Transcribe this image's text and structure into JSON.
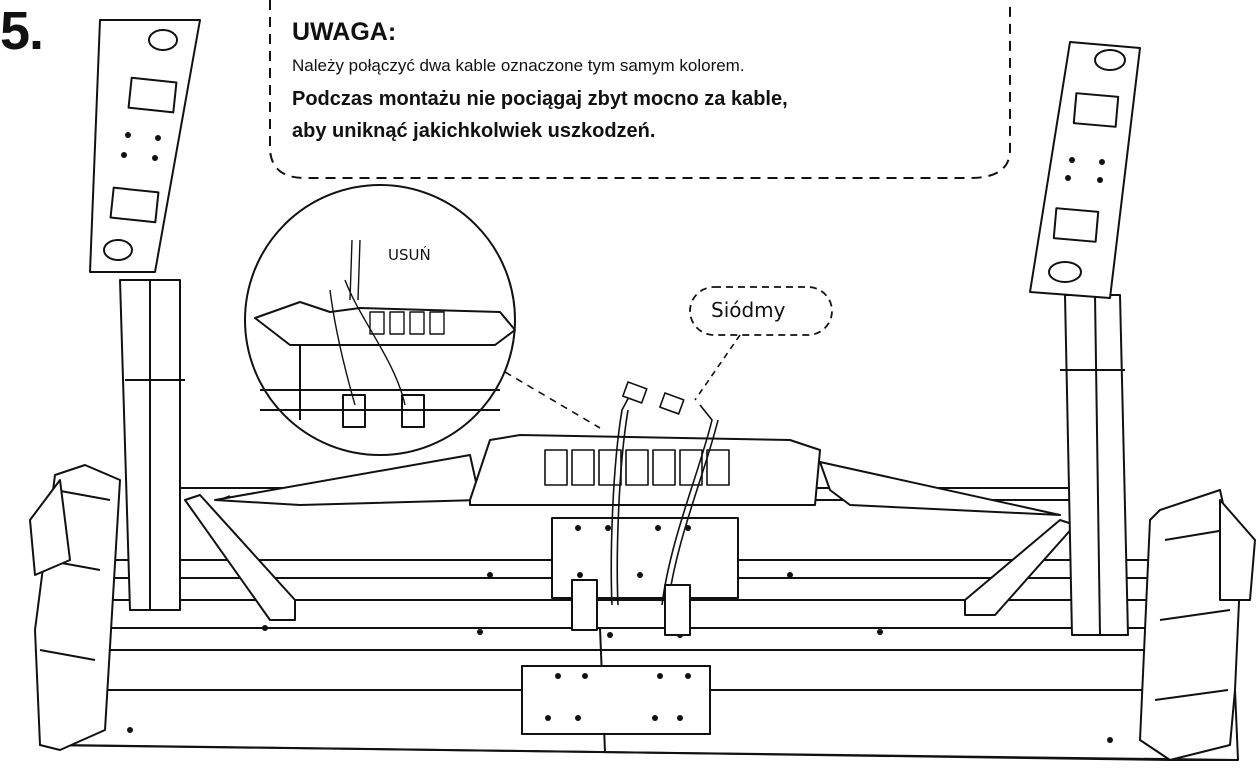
{
  "step": {
    "number": "5."
  },
  "notice": {
    "title": "UWAGA:",
    "line1": "Należy połączyć dwa kable oznaczone tym samym kolorem.",
    "line2": "Podczas montażu nie pociągaj zbyt mocno za kable,",
    "line3": "aby uniknąć jakichkolwiek uszkodzeń."
  },
  "labels": {
    "remove": "USUŃ",
    "seventh": "Siódmy"
  },
  "colors": {
    "ink": "#111111",
    "paper": "#ffffff"
  }
}
